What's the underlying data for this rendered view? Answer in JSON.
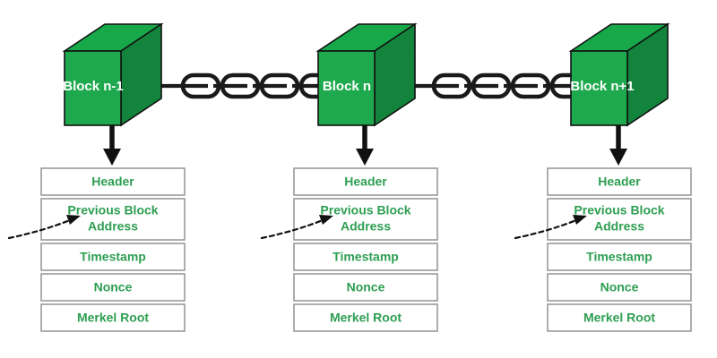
{
  "diagram": {
    "title": "Blockchain block structure diagram",
    "colors": {
      "cube_front": "#1fa94e",
      "cube_top": "#17a84a",
      "cube_side": "#13843c",
      "cube_outline": "#111111",
      "text_green": "#2e9e52",
      "box_border": "#9a9a9a",
      "box_fill": "#ffffff",
      "cube_label_text": "#ffffff",
      "arrow_black": "#111111",
      "background": "#ffffff"
    },
    "blocks": [
      {
        "id": "block-n-minus-1",
        "cube_label": "Block n-1",
        "fields": [
          "Header",
          "Previous Block Address",
          "Timestamp",
          "Nonce",
          "Merkel Root"
        ]
      },
      {
        "id": "block-n",
        "cube_label": "Block n",
        "fields": [
          "Header",
          "Previous Block Address",
          "Timestamp",
          "Nonce",
          "Merkel Root"
        ]
      },
      {
        "id": "block-n-plus-1",
        "cube_label": "Block n+1",
        "fields": [
          "Header",
          "Previous Block Address",
          "Timestamp",
          "Nonce",
          "Merkel Root"
        ]
      }
    ],
    "field_lines": {
      "header": [
        "Header"
      ],
      "previous_block_address": [
        "Previous Block",
        "Address"
      ],
      "timestamp": [
        "Timestamp"
      ],
      "nonce": [
        "Nonce"
      ],
      "merkel_root": [
        "Merkel Root"
      ]
    }
  }
}
